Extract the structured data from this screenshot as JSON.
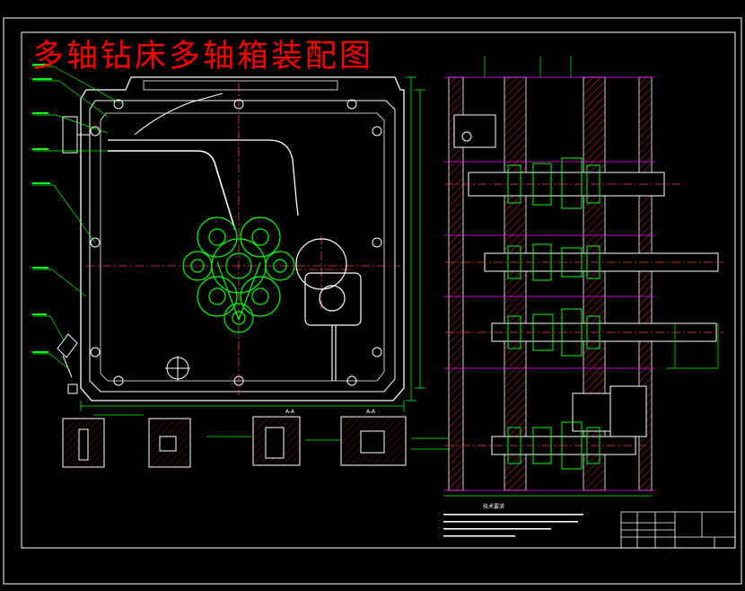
{
  "drawing": {
    "title": "多轴钻床多轴箱装配图",
    "section_label_1": "A-A",
    "section_label_2": "A-A",
    "tech_requirements_heading": "技术要求",
    "colors": {
      "background": "#000000",
      "frame": "#ffffff",
      "title": "#ff0000",
      "outline": "#ffffff",
      "gear": "#00ff00",
      "centerline": "#ff4040",
      "dimension": "#00ff00",
      "hatch": "#ff0000",
      "leader_text": "#00ff00",
      "magenta_line": "#ff00ff"
    }
  }
}
